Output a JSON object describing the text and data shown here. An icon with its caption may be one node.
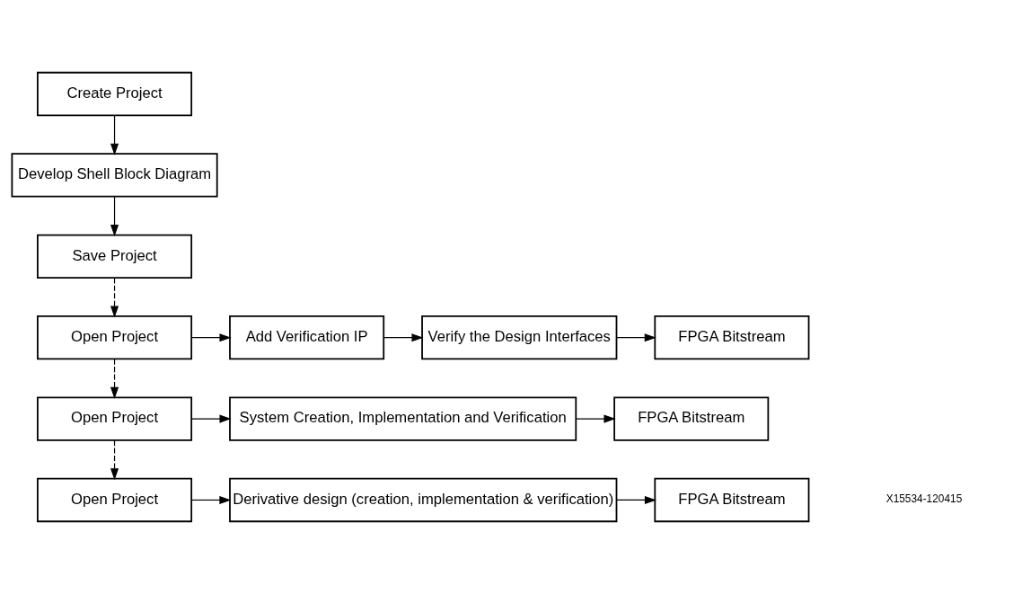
{
  "diagram": {
    "nodes": [
      {
        "text": [
          "Create Project"
        ]
      },
      {
        "text": [
          "Develop Shell Block Diagram"
        ]
      },
      {
        "text": [
          "Save Project"
        ]
      },
      {
        "text": [
          "Open Project"
        ]
      },
      {
        "text": [
          "Add Verification IP"
        ]
      },
      {
        "text": [
          "Verify the Design Interfaces"
        ]
      },
      {
        "text": [
          "FPGA Bitstream"
        ]
      },
      {
        "text": [
          "Open Project"
        ]
      },
      {
        "text": [
          "System Creation, Implementation and Verification"
        ]
      },
      {
        "text": [
          "FPGA Bitstream"
        ]
      },
      {
        "text": [
          "Open Project"
        ]
      },
      {
        "text": [
          "Derivative design (creation, implementation & verification)"
        ]
      },
      {
        "text": [
          "FPGA Bitstream"
        ]
      }
    ],
    "edges": [
      {
        "from": 0,
        "to": 1,
        "arrow": "to"
      },
      {
        "from": 1,
        "to": 2,
        "arrow": "to"
      },
      {
        "from": 2,
        "to": 3,
        "arrow": "to",
        "style": "dashed"
      },
      {
        "from": 3,
        "to": 4,
        "arrow": "to"
      },
      {
        "from": 4,
        "to": 5,
        "arrow": "to"
      },
      {
        "from": 5,
        "to": 6,
        "arrow": "to"
      },
      {
        "from": 3,
        "to": 7,
        "arrow": "to",
        "style": "dashed"
      },
      {
        "from": 7,
        "to": 8,
        "arrow": "to"
      },
      {
        "from": 8,
        "to": 9,
        "arrow": "to"
      },
      {
        "from": 7,
        "to": 10,
        "arrow": "to",
        "style": "dashed"
      },
      {
        "from": 10,
        "to": 11,
        "arrow": "to"
      },
      {
        "from": 11,
        "to": 12,
        "arrow": "to"
      }
    ],
    "labels": [
      "X15534-120415"
    ]
  }
}
